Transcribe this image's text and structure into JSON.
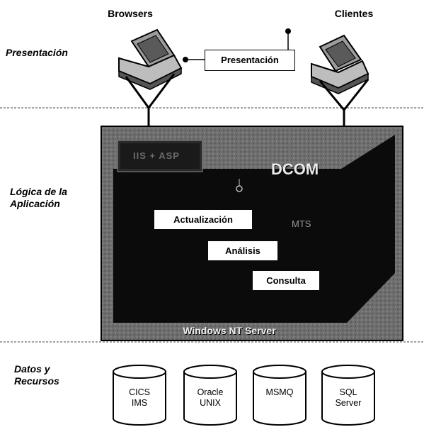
{
  "header": {
    "browsers": "Browsers",
    "clients": "Clientes"
  },
  "tiers": {
    "presentation": "Presentación",
    "logic_line1": "Lógica de la",
    "logic_line2": "Aplicación",
    "data_line1": "Datos y",
    "data_line2": "Recursos"
  },
  "presentation_box": "Presentación",
  "server": {
    "dcom": "DCOM",
    "iis": "IIS + ASP",
    "mts": "MTS",
    "footer": "Windows NT Server"
  },
  "components": [
    "Actualización",
    "Análisis",
    "Consulta"
  ],
  "resources": [
    {
      "line1": "CICS",
      "line2": "IMS"
    },
    {
      "line1": "Oracle",
      "line2": "UNIX"
    },
    {
      "line1": "MSMQ",
      "line2": ""
    },
    {
      "line1": "SQL",
      "line2": "Server"
    }
  ],
  "colors": {
    "server_frame": "#6e6e6e",
    "server_inner": "#0b0b0b",
    "ink": "#000000"
  }
}
